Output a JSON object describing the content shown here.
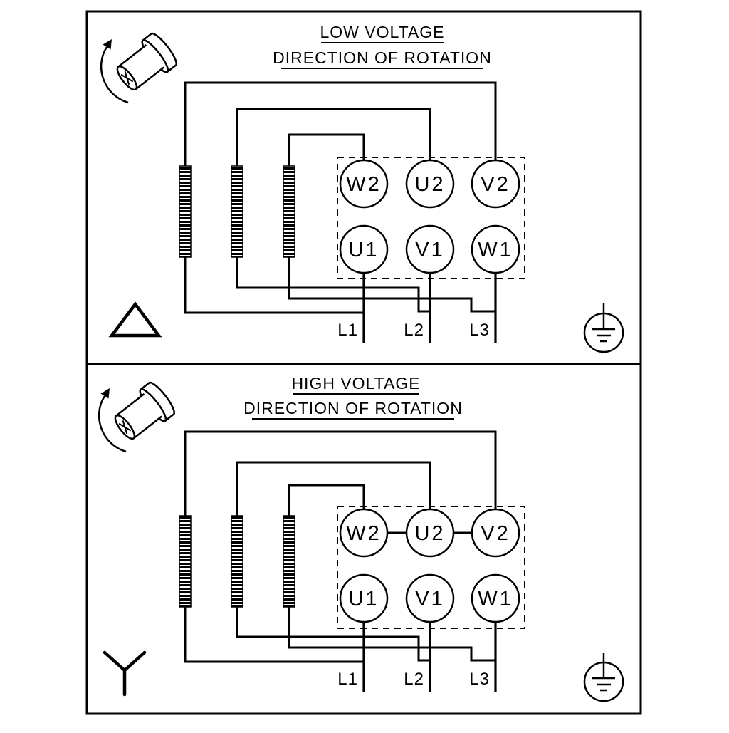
{
  "colors": {
    "ink": "#000000",
    "background": "#ffffff"
  },
  "icons": {
    "rotation": "shaft-rotation-icon",
    "ground": "protective-earth-icon",
    "delta": "delta-connection-symbol",
    "star": "star-connection-symbol"
  },
  "panels": [
    {
      "name": "low-voltage",
      "title": "LOW VOLTAGE",
      "subtitle": "DIRECTION OF ROTATION",
      "connection_symbol": "delta",
      "terminals_top": [
        "W2",
        "U2",
        "V2"
      ],
      "terminals_bottom": [
        "U1",
        "V1",
        "W1"
      ],
      "supply_lines": [
        "L1",
        "L2",
        "L3"
      ]
    },
    {
      "name": "high-voltage",
      "title": "HIGH VOLTAGE",
      "subtitle": "DIRECTION OF ROTATION",
      "connection_symbol": "star",
      "terminals_top": [
        "W2",
        "U2",
        "V2"
      ],
      "terminals_bottom": [
        "U1",
        "V1",
        "W1"
      ],
      "supply_lines": [
        "L1",
        "L2",
        "L3"
      ]
    }
  ]
}
